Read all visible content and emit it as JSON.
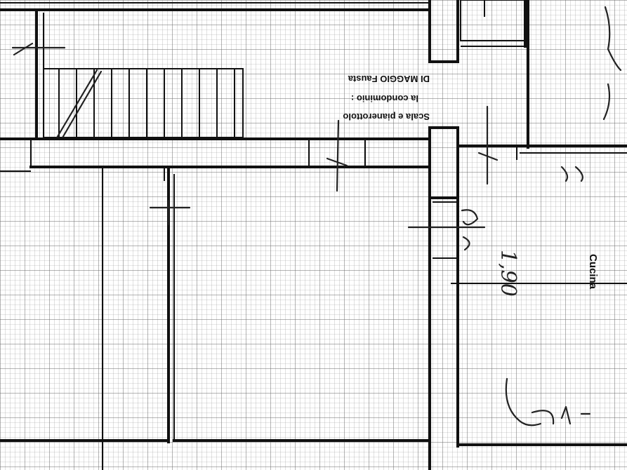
{
  "annotation": {
    "line1": "Scala e pianerottolo",
    "line2": "la condominio :",
    "line3": "DI MAGGIO Fausta"
  },
  "rooms": {
    "kitchen": "Cucina"
  },
  "dimensions": {
    "height_mark": "1,90"
  }
}
